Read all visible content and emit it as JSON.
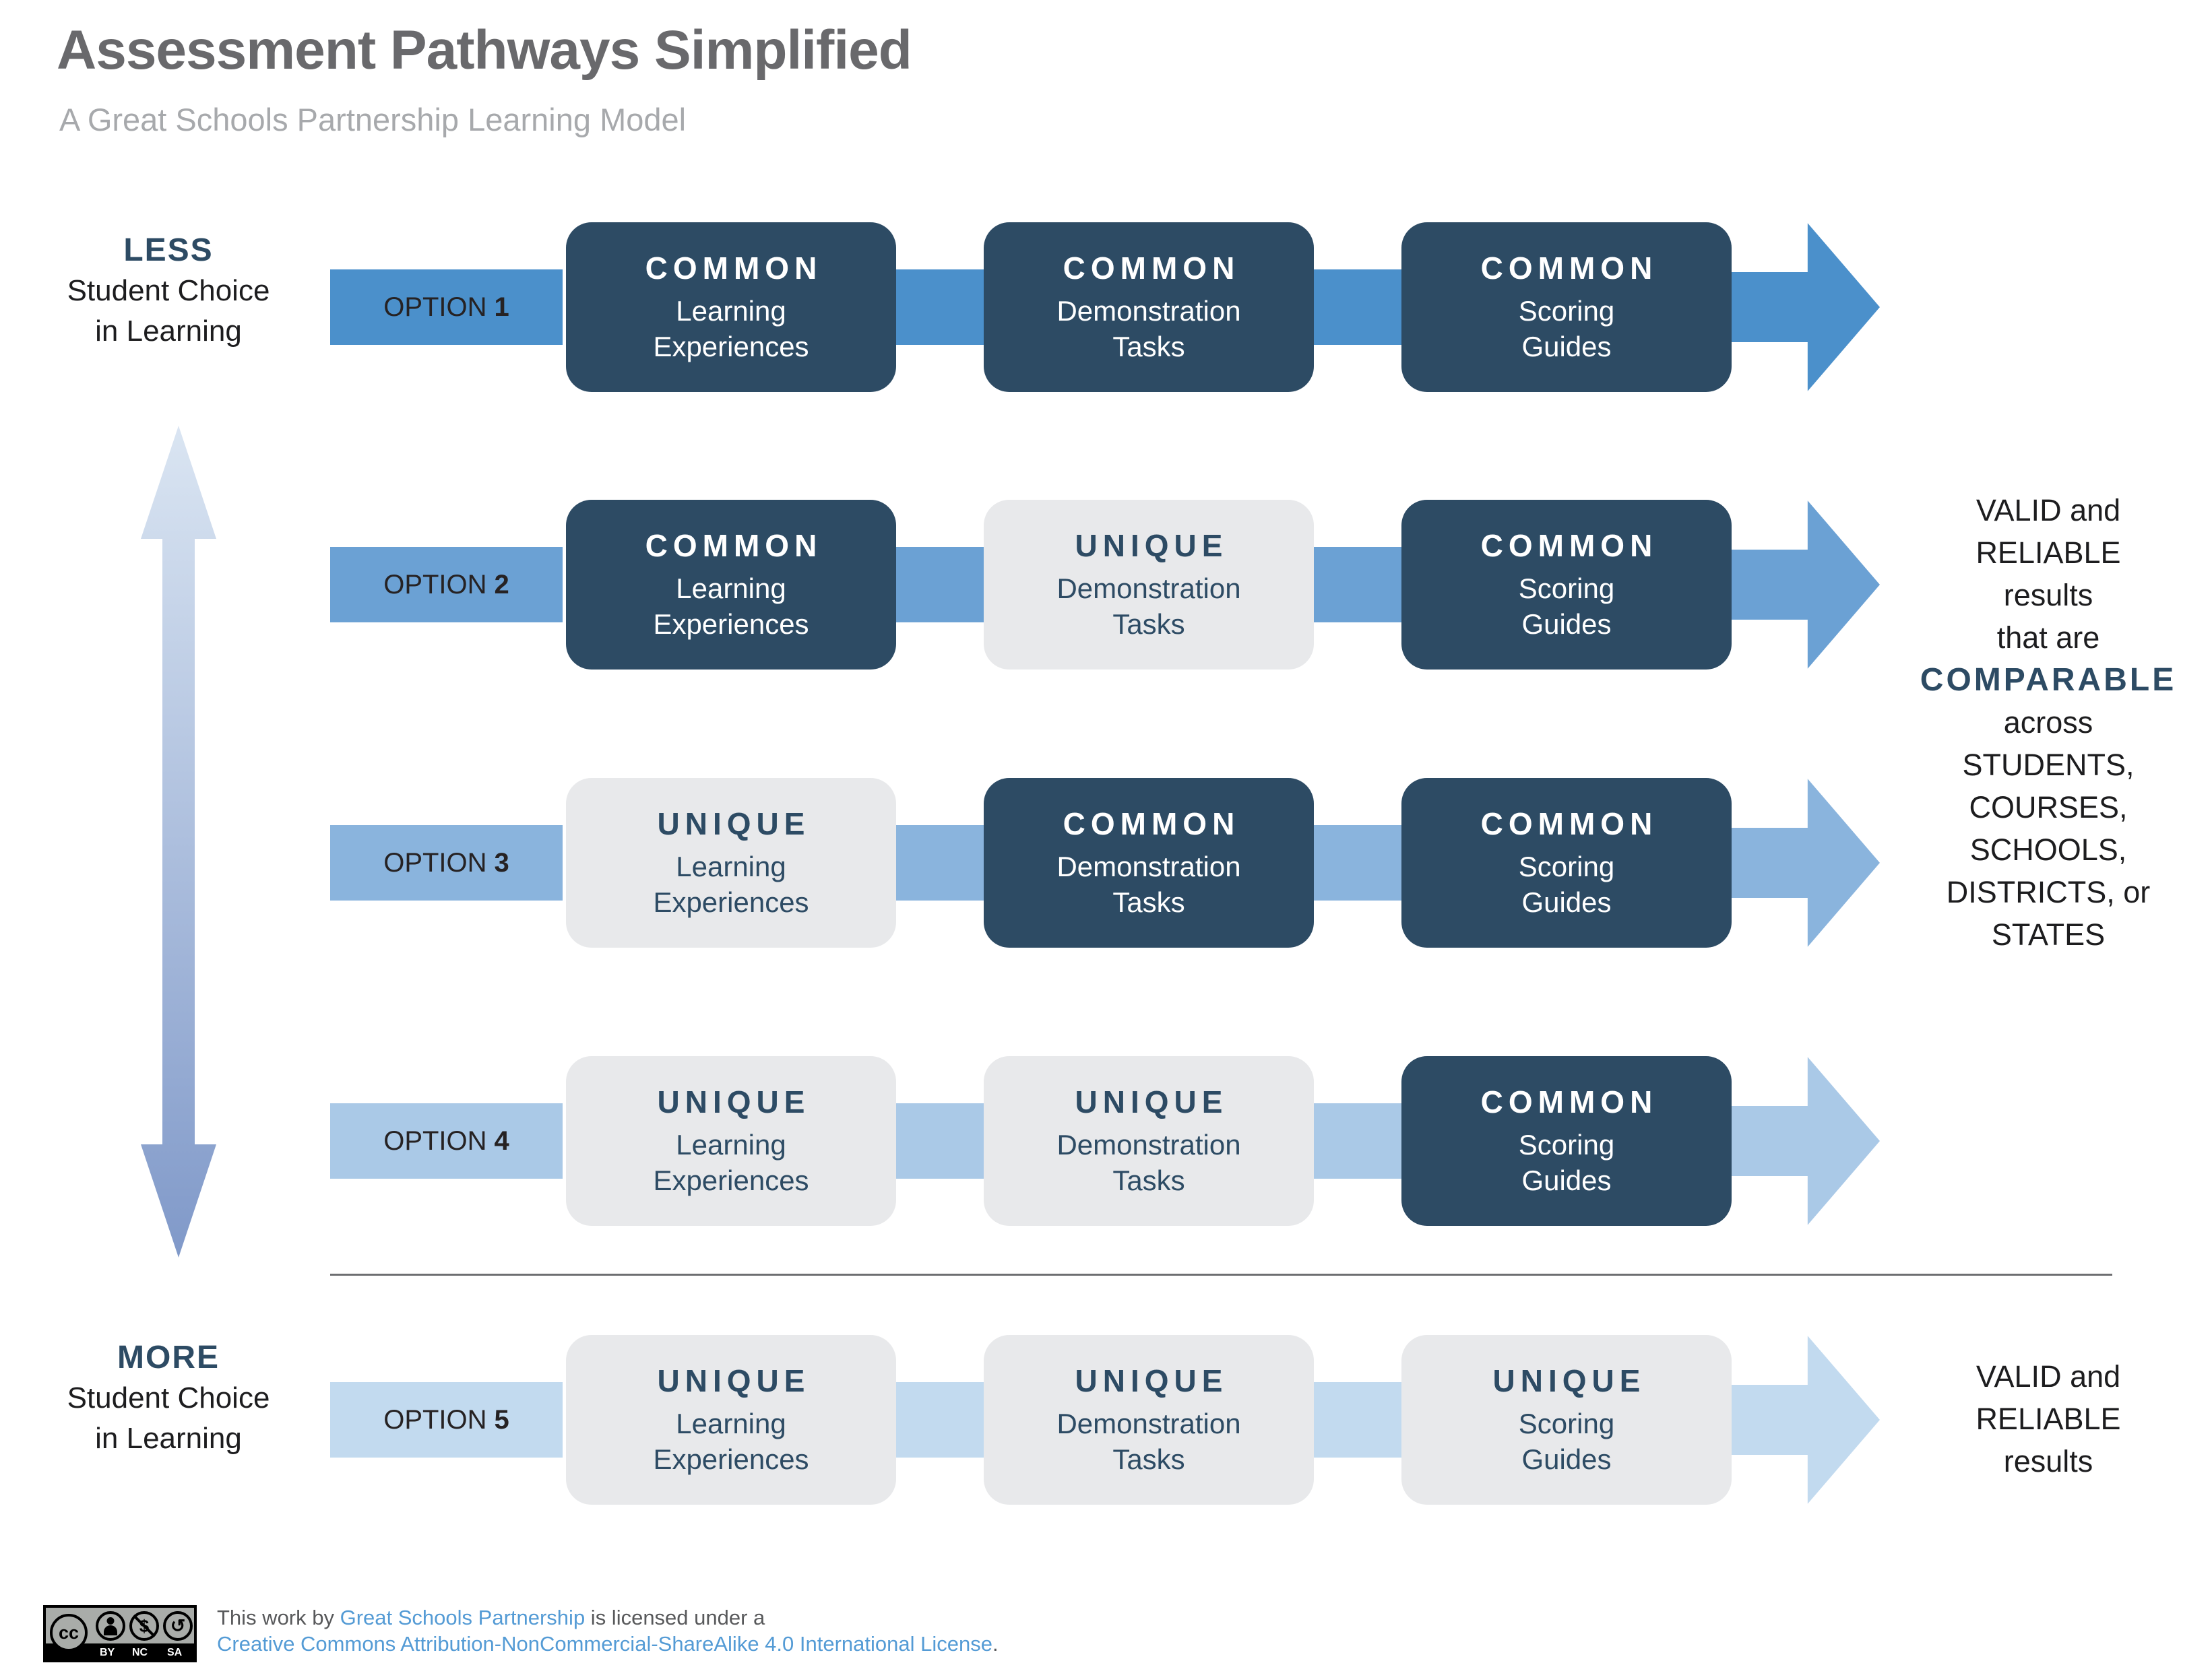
{
  "header": {
    "title": "Assessment Pathways Simplified",
    "subtitle": "A Great Schools Partnership Learning Model"
  },
  "axis": {
    "less": {
      "emphasis": "LESS",
      "line1": "Student Choice",
      "line2": "in Learning"
    },
    "more": {
      "emphasis": "MORE",
      "line1": "Student Choice",
      "line2": "in Learning"
    }
  },
  "rows": [
    {
      "option_label": "OPTION",
      "option_number": "1",
      "boxes": [
        {
          "kind": "COMMON",
          "line1": "Learning",
          "line2": "Experiences"
        },
        {
          "kind": "COMMON",
          "line1": "Demonstration",
          "line2": "Tasks"
        },
        {
          "kind": "COMMON",
          "line1": "Scoring",
          "line2": "Guides"
        }
      ]
    },
    {
      "option_label": "OPTION",
      "option_number": "2",
      "boxes": [
        {
          "kind": "COMMON",
          "line1": "Learning",
          "line2": "Experiences"
        },
        {
          "kind": "UNIQUE",
          "line1": "Demonstration",
          "line2": "Tasks"
        },
        {
          "kind": "COMMON",
          "line1": "Scoring",
          "line2": "Guides"
        }
      ]
    },
    {
      "option_label": "OPTION",
      "option_number": "3",
      "boxes": [
        {
          "kind": "UNIQUE",
          "line1": "Learning",
          "line2": "Experiences"
        },
        {
          "kind": "COMMON",
          "line1": "Demonstration",
          "line2": "Tasks"
        },
        {
          "kind": "COMMON",
          "line1": "Scoring",
          "line2": "Guides"
        }
      ]
    },
    {
      "option_label": "OPTION",
      "option_number": "4",
      "boxes": [
        {
          "kind": "UNIQUE",
          "line1": "Learning",
          "line2": "Experiences"
        },
        {
          "kind": "UNIQUE",
          "line1": "Demonstration",
          "line2": "Tasks"
        },
        {
          "kind": "COMMON",
          "line1": "Scoring",
          "line2": "Guides"
        }
      ]
    },
    {
      "option_label": "OPTION",
      "option_number": "5",
      "boxes": [
        {
          "kind": "UNIQUE",
          "line1": "Learning",
          "line2": "Experiences"
        },
        {
          "kind": "UNIQUE",
          "line1": "Demonstration",
          "line2": "Tasks"
        },
        {
          "kind": "UNIQUE",
          "line1": "Scoring",
          "line2": "Guides"
        }
      ]
    }
  ],
  "outcome_top": {
    "pre_lines": [
      "VALID and",
      "RELIABLE",
      "results",
      "that are"
    ],
    "highlight": "COMPARABLE",
    "post_lines": [
      "across",
      "STUDENTS,",
      "COURSES,",
      "SCHOOLS,",
      "DISTRICTS, or",
      "STATES"
    ]
  },
  "outcome_bottom": {
    "lines": [
      "VALID and",
      "RELIABLE",
      "results"
    ]
  },
  "footer": {
    "badge": {
      "cc": "cc",
      "by": "BY",
      "nc": "NC",
      "sa": "SA",
      "nc_symbol": "$",
      "sa_symbol": "↺"
    },
    "prefix": "This work by ",
    "author_link": "Great Schools Partnership",
    "middle": " is licensed under a",
    "license_link": "Creative Commons Attribution-NonCommercial-ShareAlike 4.0 International License",
    "suffix": "."
  },
  "colors": {
    "dark_navy": "#2d4b64",
    "light_gray_box": "#e8e9eb",
    "row_accents": [
      "#4b90cb",
      "#6ba1d4",
      "#8ab4dd",
      "#aac9e7",
      "#c2daef"
    ],
    "link_blue": "#549bd5",
    "title_gray": "#69696c",
    "subtitle_gray": "#a7a9ac"
  }
}
